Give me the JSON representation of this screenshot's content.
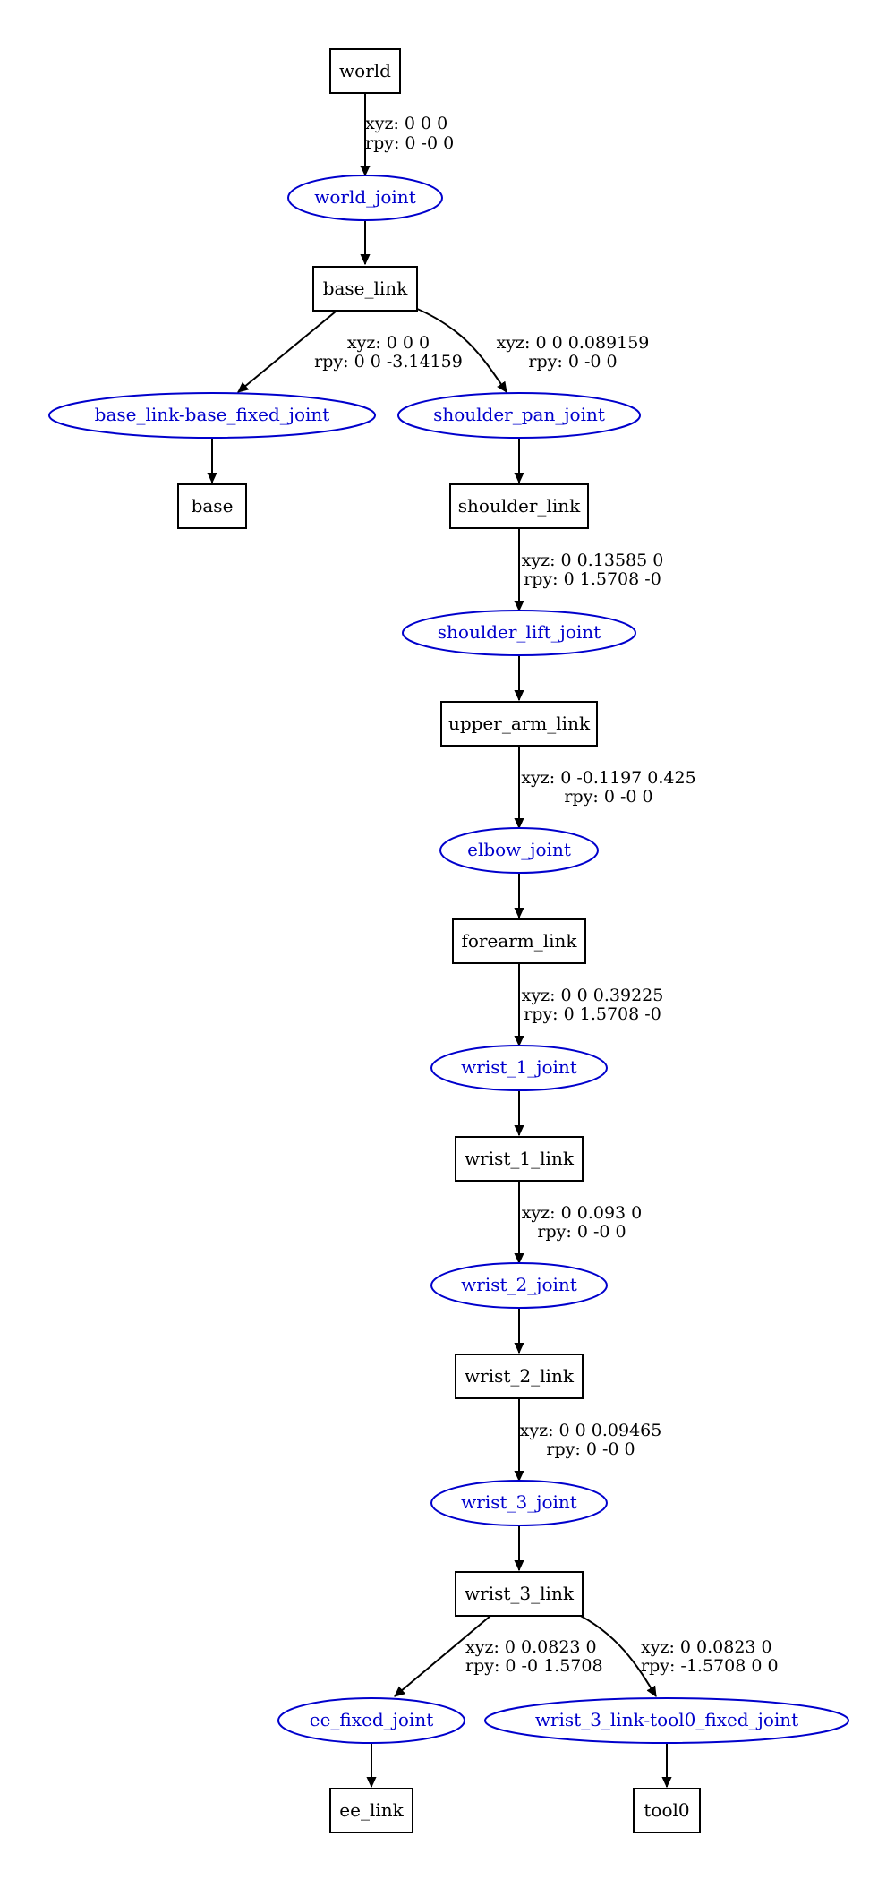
{
  "colors": {
    "link_stroke": "#000000",
    "joint_stroke": "#0000cc",
    "joint_text": "#0000cc",
    "edge": "#000000"
  },
  "links": {
    "world": "world",
    "base_link": "base_link",
    "base": "base",
    "shoulder_link": "shoulder_link",
    "upper_arm_link": "upper_arm_link",
    "forearm_link": "forearm_link",
    "wrist_1_link": "wrist_1_link",
    "wrist_2_link": "wrist_2_link",
    "wrist_3_link": "wrist_3_link",
    "ee_link": "ee_link",
    "tool0": "tool0"
  },
  "joints": {
    "world_joint": "world_joint",
    "base_link_base_fixed_joint": "base_link-base_fixed_joint",
    "shoulder_pan_joint": "shoulder_pan_joint",
    "shoulder_lift_joint": "shoulder_lift_joint",
    "elbow_joint": "elbow_joint",
    "wrist_1_joint": "wrist_1_joint",
    "wrist_2_joint": "wrist_2_joint",
    "wrist_3_joint": "wrist_3_joint",
    "ee_fixed_joint": "ee_fixed_joint",
    "wrist_3_link_tool0_fixed_joint": "wrist_3_link-tool0_fixed_joint"
  },
  "poses": {
    "world_joint": {
      "xyz": "xyz: 0 0 0",
      "rpy": "rpy: 0 -0 0"
    },
    "base_link_base_fixed_joint": {
      "xyz": "xyz: 0 0 0",
      "rpy": "rpy: 0 0 -3.14159"
    },
    "shoulder_pan_joint": {
      "xyz": "xyz: 0 0 0.089159",
      "rpy": "rpy: 0 -0 0"
    },
    "shoulder_lift_joint": {
      "xyz": "xyz: 0 0.13585 0",
      "rpy": "rpy: 0 1.5708 -0"
    },
    "elbow_joint": {
      "xyz": "xyz: 0 -0.1197 0.425",
      "rpy": "rpy: 0 -0 0"
    },
    "wrist_1_joint": {
      "xyz": "xyz: 0 0 0.39225",
      "rpy": "rpy: 0 1.5708 -0"
    },
    "wrist_2_joint": {
      "xyz": "xyz: 0 0.093 0",
      "rpy": "rpy: 0 -0 0"
    },
    "wrist_3_joint": {
      "xyz": "xyz: 0 0 0.09465",
      "rpy": "rpy: 0 -0 0"
    },
    "ee_fixed_joint": {
      "xyz": "xyz: 0 0.0823 0",
      "rpy": "rpy: 0 -0 1.5708"
    },
    "wrist_3_link_tool0_fixed_joint": {
      "xyz": "xyz: 0 0.0823 0",
      "rpy": "rpy: -1.5708 0 0"
    }
  }
}
